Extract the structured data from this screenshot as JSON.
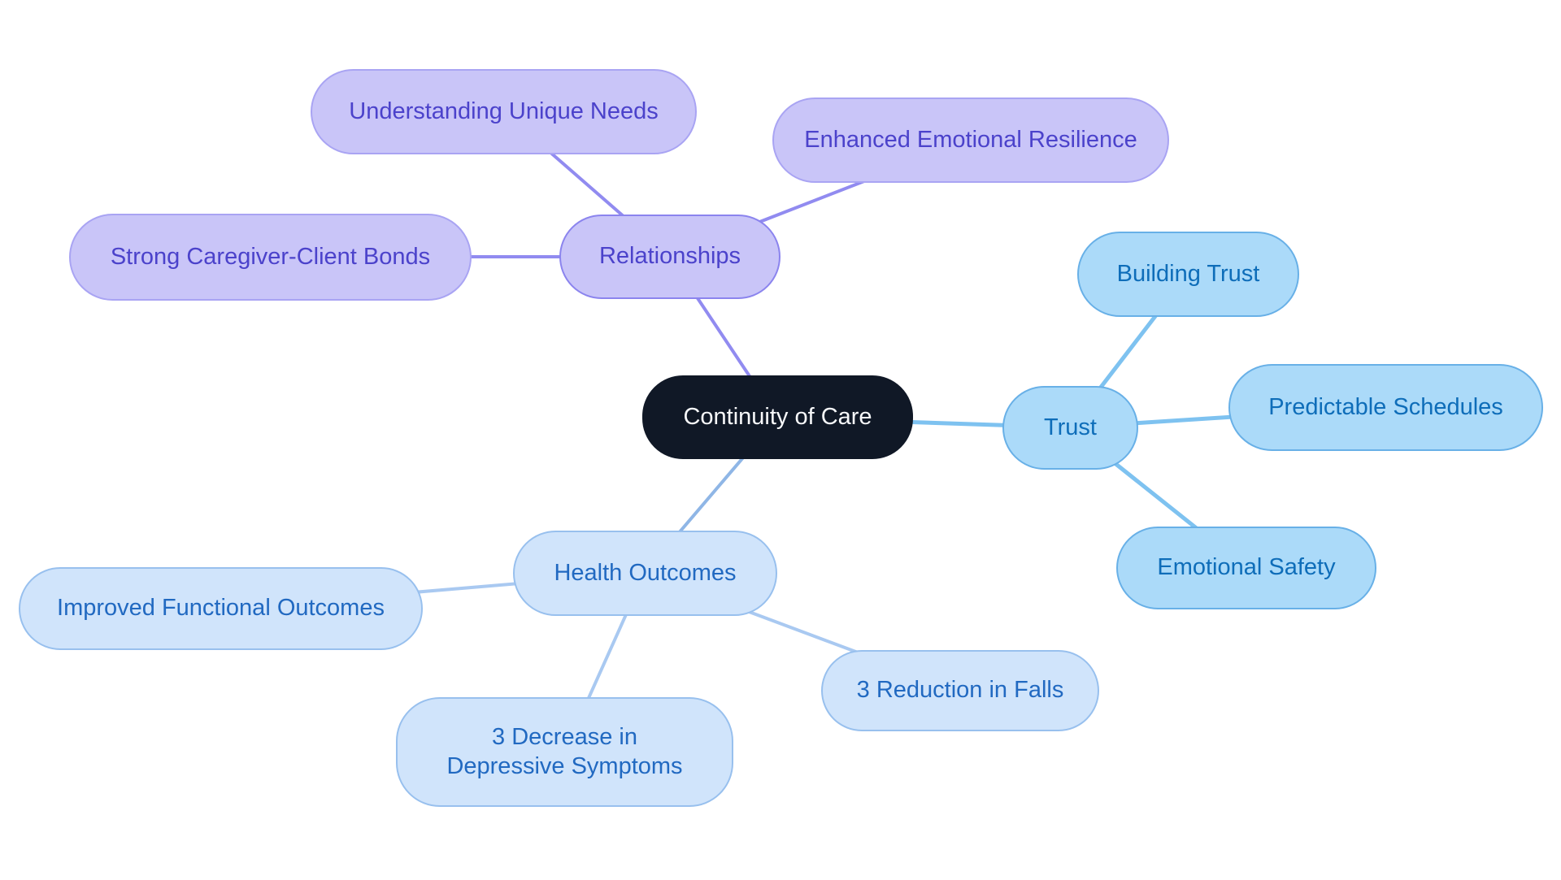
{
  "palette": {
    "background": "#ffffff",
    "central_fill": "#101826",
    "central_text": "#f7f8fa",
    "purple_fill": "#c9c5f8",
    "purple_branch_border": "#8b84ee",
    "purple_child_border": "#a9a4f3",
    "purple_text": "#4b42cb",
    "purple_edge": "#918bf0",
    "blue_fill": "#abdaf9",
    "blue_border": "#68b0e7",
    "blue_text": "#0e6db9",
    "blue_edge": "#7ec2f0",
    "lightblue_fill": "#d0e4fb",
    "lightblue_border": "#98c0ee",
    "lightblue_text": "#2169c1",
    "lightblue_edge": "#a9c9f1",
    "central_to_health_edge": "#8fb6e6"
  },
  "mindmap": {
    "root": {
      "label": "Continuity of Care"
    },
    "branches": [
      {
        "label": "Relationships",
        "theme": "purple",
        "children": [
          {
            "label": "Understanding Unique Needs"
          },
          {
            "label": "Enhanced Emotional Resilience"
          },
          {
            "label": "Strong Caregiver-Client Bonds"
          }
        ]
      },
      {
        "label": "Trust",
        "theme": "blue",
        "children": [
          {
            "label": "Building Trust"
          },
          {
            "label": "Predictable Schedules"
          },
          {
            "label": "Emotional Safety"
          }
        ]
      },
      {
        "label": "Health Outcomes",
        "theme": "lightblue",
        "children": [
          {
            "label": "Improved Functional Outcomes"
          },
          {
            "label": "3 Reduction in Falls"
          },
          {
            "label": "3 Decrease in Depressive Symptoms"
          }
        ]
      }
    ]
  }
}
